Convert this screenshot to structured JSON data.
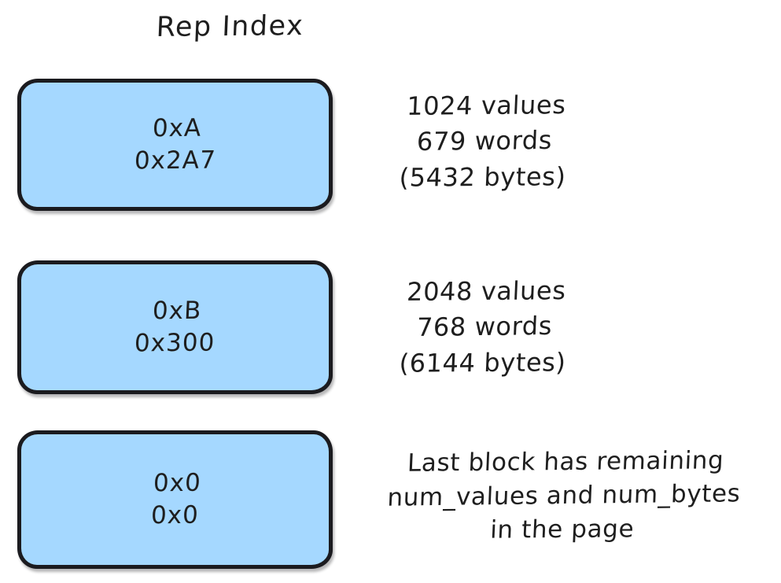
{
  "diagram": {
    "title": "Rep Index",
    "background_color": "#ffffff",
    "block_fill_color": "#a5d8ff",
    "block_stroke_color": "#1b1b1f",
    "text_color": "#1e1e1e",
    "blocks": [
      {
        "id": "block-1",
        "line1": "0xA",
        "line2": "0x2A7",
        "annotation": {
          "line1": "1024 values",
          "line2": "679 words",
          "line3": "(5432 bytes)"
        }
      },
      {
        "id": "block-2",
        "line1": "0xB",
        "line2": "0x300",
        "annotation": {
          "line1": "2048 values",
          "line2": "768 words",
          "line3": "(6144 bytes)"
        }
      },
      {
        "id": "block-3",
        "line1": "0x0",
        "line2": "0x0",
        "annotation": {
          "line1": "Last block has remaining",
          "line2": "num_values and num_bytes",
          "line3": "in the page"
        }
      }
    ]
  }
}
